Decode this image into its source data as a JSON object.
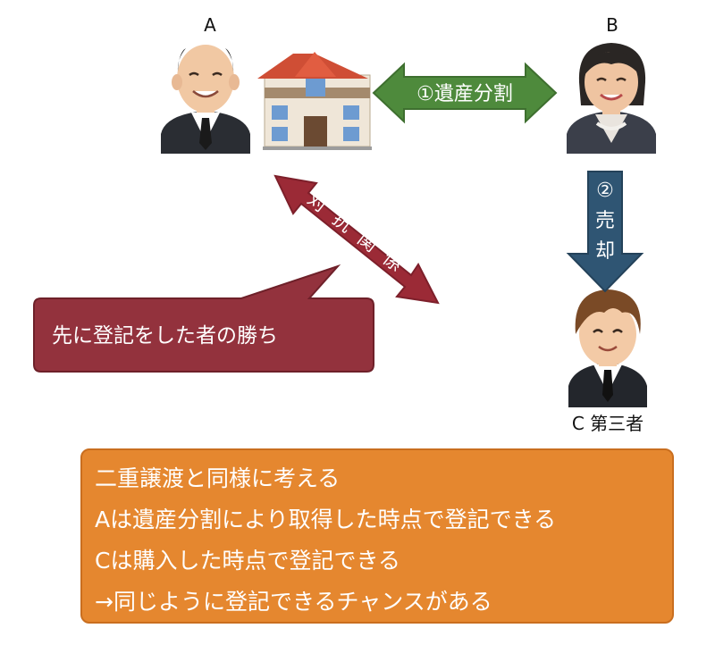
{
  "persons": {
    "a": {
      "label": "A"
    },
    "b": {
      "label": "B"
    },
    "c": {
      "label": "C 第三者"
    }
  },
  "arrows": {
    "inheritance": {
      "label": "①遺産分割",
      "color": "#4e8a3c"
    },
    "sale": {
      "chars": [
        "②",
        "売",
        "却"
      ],
      "color": "#2f5573"
    },
    "conflict": {
      "chars": [
        "対",
        "抗",
        "関",
        "係"
      ],
      "color": "#9b2a36"
    }
  },
  "callout": {
    "text": "先に登記をした者の勝ち",
    "color": "#93323d"
  },
  "note": {
    "color": "#e5872f",
    "lines": [
      "二重譲渡と同様に考える",
      "Aは遺産分割により取得した時点で登記できる",
      "Cは購入した時点で登記できる",
      "→同じように登記できるチャンスがある"
    ]
  }
}
